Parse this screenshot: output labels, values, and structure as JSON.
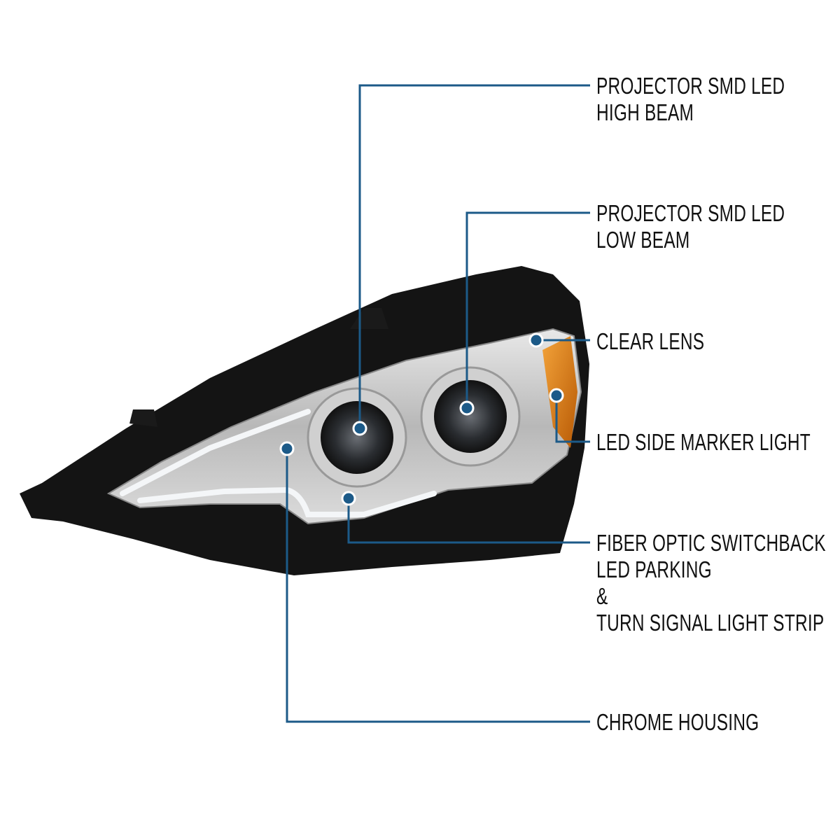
{
  "accent_color": "#1c5a88",
  "callouts": [
    {
      "lines": [
        "PROJECTOR SMD LED",
        "HIGH BEAM"
      ]
    },
    {
      "lines": [
        "PROJECTOR SMD LED",
        "LOW BEAM"
      ]
    },
    {
      "lines": [
        "CLEAR LENS"
      ]
    },
    {
      "lines": [
        "LED SIDE MARKER LIGHT"
      ]
    },
    {
      "lines": [
        "FIBER OPTIC SWITCHBACK",
        "LED PARKING",
        "&",
        "TURN SIGNAL LIGHT STRIP"
      ]
    },
    {
      "lines": [
        "CHROME HOUSING"
      ]
    }
  ]
}
